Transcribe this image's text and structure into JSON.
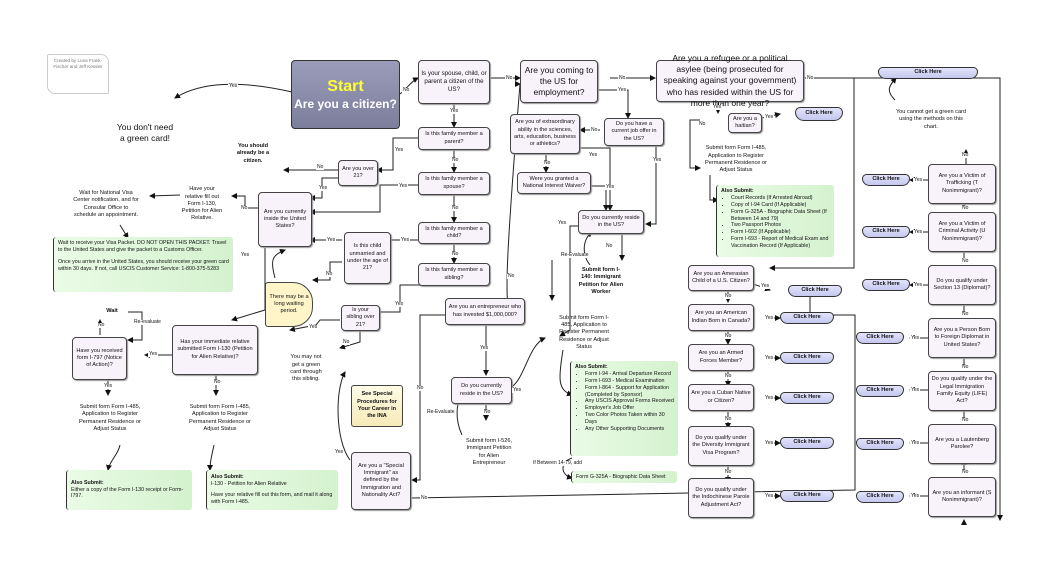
{
  "credit": {
    "text": "Created by Luna Frank-Fischer and Jeff Kessler"
  },
  "start": {
    "title": "Start",
    "question": "Are you a citizen?"
  },
  "nodes": {
    "no_green_card": "You don't need a green card!",
    "already_citizen": "You should already be a citizen.",
    "spouse_child_parent": "Is your spouse, child, or parent a citizen of the US?",
    "fam_parent": "Is this family member a parent?",
    "fam_spouse": "Is this family member a spouse?",
    "fam_child": "Is this family member a child?",
    "fam_sibling": "Is this family member a sibling?",
    "over21": "Are you over 21?",
    "inside_us": "Are you currently inside the United States?",
    "child_unmarried": "Is this child unmarried and under the age of 21?",
    "long_wait": "There may be a long waiting period.",
    "sibling_over21": "Is your sibling over 21?",
    "not_through_sibling": "You may not get a green card through this sibling.",
    "have_relative_i130": "Have your relative fill out Form I-130, Petition for Alien Relative.",
    "wait_nvc": "Wait for National Visa Center notification, and for Consular Office to schedule an appointment.",
    "visa_packet_1": "Wait to receive your Visa Packet. DO NOT OPEN THIS PACKET. Travel to the United States and give the packet to a Customs Officer.",
    "visa_packet_2": "Once you arrive in the United States, you should receive your green card within 30 days. If not, call USCIS Customer Service: 1-800-375-5283",
    "wait": "Wait",
    "received_i797": "Have you received form I-797 (Notice of Action)?",
    "relative_submitted_i130": "Has your immediate relative submitted Form I-130 (Petition for Alien Relative)?",
    "submit_i485_a": "Submit form Form I-485, Application to Register Permanent Residence or Adjust Status",
    "submit_i485_b": "Submit form Form I-485, Application to Register Permanent Residence or Adjust Status",
    "also_a_title": "Also Submit:",
    "also_a_text": "Either a copy of the Form I-130 receipt or Form-I797.",
    "also_b_title": "Also Submit:",
    "also_b_line1": "I-130 - Petition for Alien Relative",
    "also_b_line2": "Have your relative fill out this form, and mail it along with Form I-485.",
    "special_procedures": "See Special Procedures for Your Career in the INA",
    "special_immigrant": "Are you a \"Special Immigrant\" as defined by the Immigration and Nationality Act?",
    "employment": "Are you coming to the US for employment?",
    "extraordinary": "Are you of extraordinary ability in the sciences, arts, education, business or athletics?",
    "job_offer": "Do you have a current job offer in the US?",
    "niw": "Were you granted a National Interest Waiver?",
    "reside_us_1": "Do you currently reside in the US?",
    "submit_i140": "Submit form I-140: Immigrant Petition for Alien Worker",
    "entrepreneur": "Are you an entrepreneur who has invested $1,000,000?",
    "reside_us_2": "Do you currently reside in the US?",
    "submit_i526": "Submit form I-526, Immigrant Petition for Alien Entrepreneur",
    "submit_i485_c": "Submit form Form I-485, Application to Register Permanent Residence or Adjust Status",
    "also_c_title": "Also Submit:",
    "also_c_items": [
      "Form I-94 - Arrival Departure Record",
      "Form I-693 - Medical Examination",
      "Form I-864 - Support for Application (Completed by Sponsor)",
      "Any USCIS Approval Forms Received",
      "Employer's Job Offer",
      "Two Color Photos Taken within 30 Days",
      "Any Other Supporting Documents"
    ],
    "g325a_note": "If Between 14-79, add",
    "g325a": "Form G-325A - Biographic Data Sheet",
    "refugee": "Are you a refugee or a political asylee (being prosecuted for speaking against your government) who has resided within the US for more than one year?",
    "haitian": "Are you a haitian?",
    "submit_i485_d": "Submit form Form I-485, Application to Register Permanent Residence or Adjust Status",
    "also_d_title": "Also Submit:",
    "also_d_items": [
      "Court Records (If Arrested Abroad)",
      "Copy of I-94 Card (If Applicable)",
      "Form G-325A - Biographic Data Sheet (If Between 14 and 79)",
      "Two Passport Photos",
      "Form I-602 (If Applicable)",
      "Form I-693 - Report of Medical Exam and Vaccination Record (If Applicable)"
    ],
    "amerasian": "Are you an Amerasian Child of a U.S. Citizen?",
    "american_indian": "Are you an American Indian Born in Canada?",
    "armed_forces": "Are you an Armed Forces Member?",
    "cuban": "Are you a Cuban Native or Citizen?",
    "diversity": "Do you qualify under the Diversity Immigrant Visa Program?",
    "indochinese": "Do you qualify under the Indochinese Parole Adjustment Act?",
    "cannot_get": "You cannot get a green card using the methods on this chart.",
    "trafficking": "Are you a Victim of Trafficking (T Nonimmigrant)?",
    "criminal": "Are you a Victim of Criminal Activity (U Nonimmigrant)?",
    "section13": "Do you qualify under Section 13 (Diplomat)?",
    "foreign_diplomat": "Are you a Person Born to Foreign Diplomat in United States?",
    "life_act": "Do you qualify under the Legal Immigration Family Equity (LIFE) Act?",
    "lautenberg": "Are you a Lautenberg Parolee?",
    "informant": "Are you an informant (S Nonimmigrant)?"
  },
  "labels": {
    "yes": "Yes",
    "no": "No",
    "reevaluate": "Re-Evaluate",
    "reevaluate_lower": "Re-evaluate"
  },
  "click_here": "Click Here"
}
